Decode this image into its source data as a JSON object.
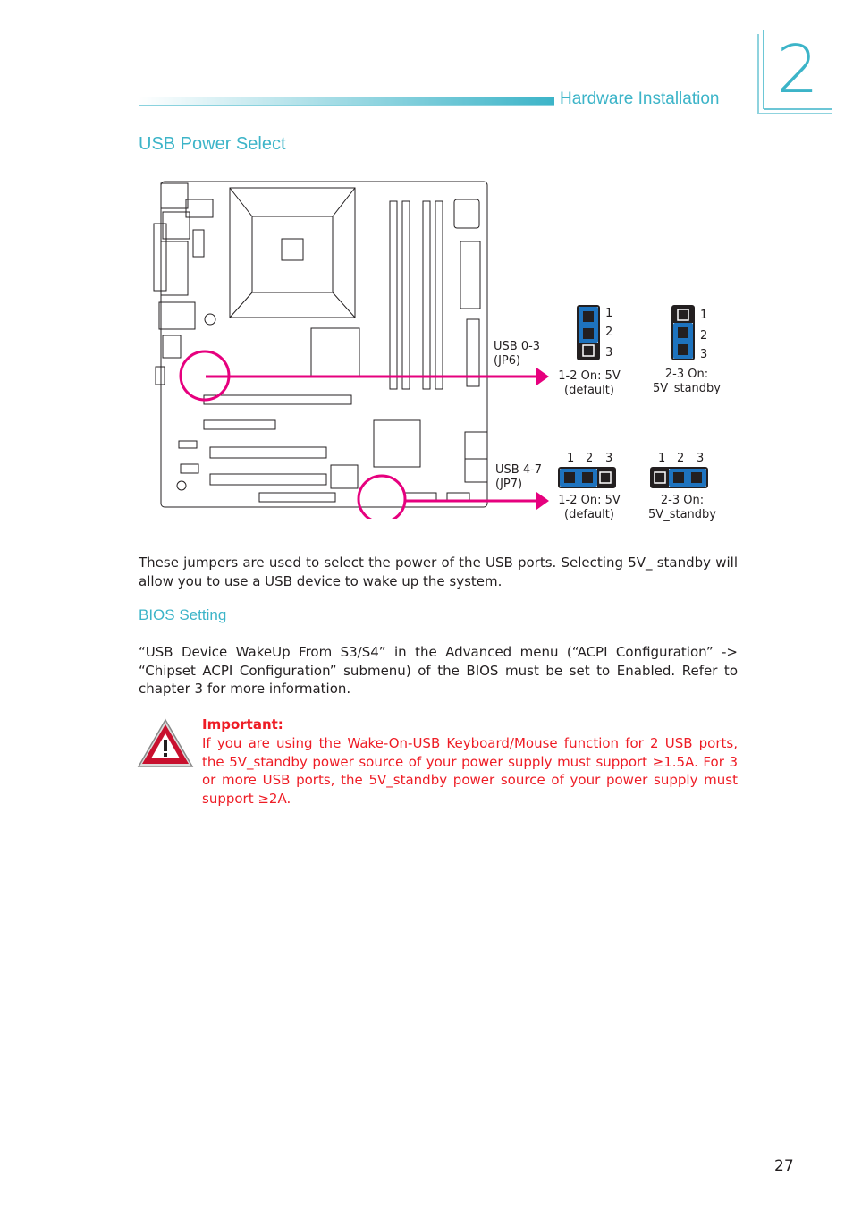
{
  "header": {
    "chapter": "2",
    "title": "Hardware Installation"
  },
  "section_title": "USB Power Select",
  "diagram": {
    "jp6_label_line1": "USB 0-3",
    "jp6_label_line2": "(JP6)",
    "jp7_label_line1": "USB 4-7",
    "jp7_label_line2": "(JP7)",
    "pin1": "1",
    "pin2": "2",
    "pin3": "3",
    "pins_horizontal": "1 2 3",
    "opt1_line1": "1-2 On: 5V",
    "opt1_line2": "(default)",
    "opt2_line1": "2-3 On:",
    "opt2_line2": "5V_standby",
    "accent_color": "#e6007e",
    "jumper_blue": "#1e73be"
  },
  "intro_paragraph": "These jumpers are used to select the power of the USB ports. Selecting 5V_ standby will allow you to use a USB device to wake up the system.",
  "bios": {
    "title": "BIOS Setting",
    "text": "“USB Device WakeUp From S3/S4” in the Advanced menu (“ACPI Configuration” -> “Chipset ACPI Configuration” submenu) of the BIOS must be set to Enabled. Refer to chapter 3 for more information."
  },
  "important": {
    "label": "Important:",
    "text": "If you are using the Wake-On-USB Keyboard/Mouse function for 2 USB ports, the 5V_standby power source of your power supply must support ≥1.5A. For 3 or more USB ports, the 5V_standby power source of your power supply must support ≥2A.",
    "icon": "warning-triangle-icon"
  },
  "page_number": "27"
}
